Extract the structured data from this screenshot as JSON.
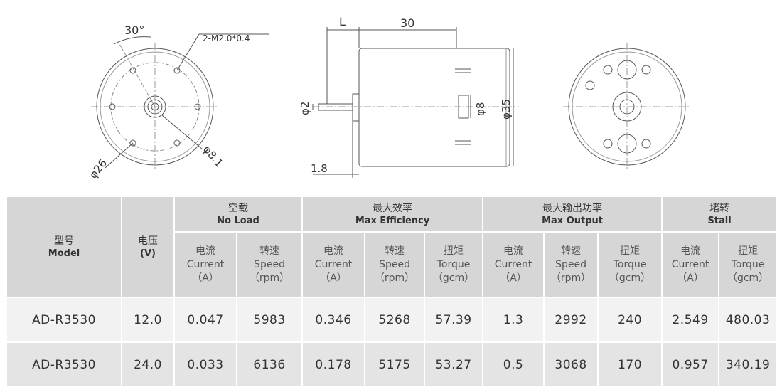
{
  "drawing": {
    "front_view": {
      "angle_label": "30°",
      "screw_label": "2-M2.0*0.4",
      "pcd_label": "φ26",
      "boss_label": "φ8.1"
    },
    "side_view": {
      "shaft_ext_label": "L",
      "body_length_label": "30",
      "shaft_dia_label": "φ2",
      "bearing_label": "φ8",
      "body_dia_label": "φ35",
      "flange_label": "1.8"
    }
  },
  "table": {
    "headers": {
      "model": {
        "cn": "型号",
        "en": "Model"
      },
      "voltage": {
        "cn": "电压",
        "en": "(V)"
      },
      "no_load": {
        "cn": "空载",
        "en": "No Load"
      },
      "max_efficiency": {
        "cn": "最大效率",
        "en": "Max Efficiency"
      },
      "max_output": {
        "cn": "最大输出功率",
        "en": "Max Output"
      },
      "stall": {
        "cn": "堵转",
        "en": "Stall"
      }
    },
    "subheaders": {
      "current": {
        "cn": "电流",
        "en": "Current",
        "unit": "（A）"
      },
      "speed": {
        "cn": "转速",
        "en": "Speed",
        "unit": "（rpm）"
      },
      "torque": {
        "cn": "扭矩",
        "en": "Torque",
        "unit": "（gcm）"
      }
    },
    "rows": [
      {
        "model": "AD-R3530",
        "voltage": "12.0",
        "nl_current": "0.047",
        "nl_speed": "5983",
        "me_current": "0.346",
        "me_speed": "5268",
        "me_torque": "57.39",
        "mo_current": "1.3",
        "mo_speed": "2992",
        "mo_torque": "240",
        "st_current": "2.549",
        "st_torque": "480.03"
      },
      {
        "model": "AD-R3530",
        "voltage": "24.0",
        "nl_current": "0.033",
        "nl_speed": "6136",
        "me_current": "0.178",
        "me_speed": "5175",
        "me_torque": "53.27",
        "mo_current": "0.5",
        "mo_speed": "3068",
        "mo_torque": "170",
        "st_current": "0.957",
        "st_torque": "340.19"
      }
    ]
  },
  "colors": {
    "header_bg": "#d6d6d6",
    "row_a": "#f2f2f2",
    "row_b": "#e4e4e4",
    "line": "#555555"
  }
}
